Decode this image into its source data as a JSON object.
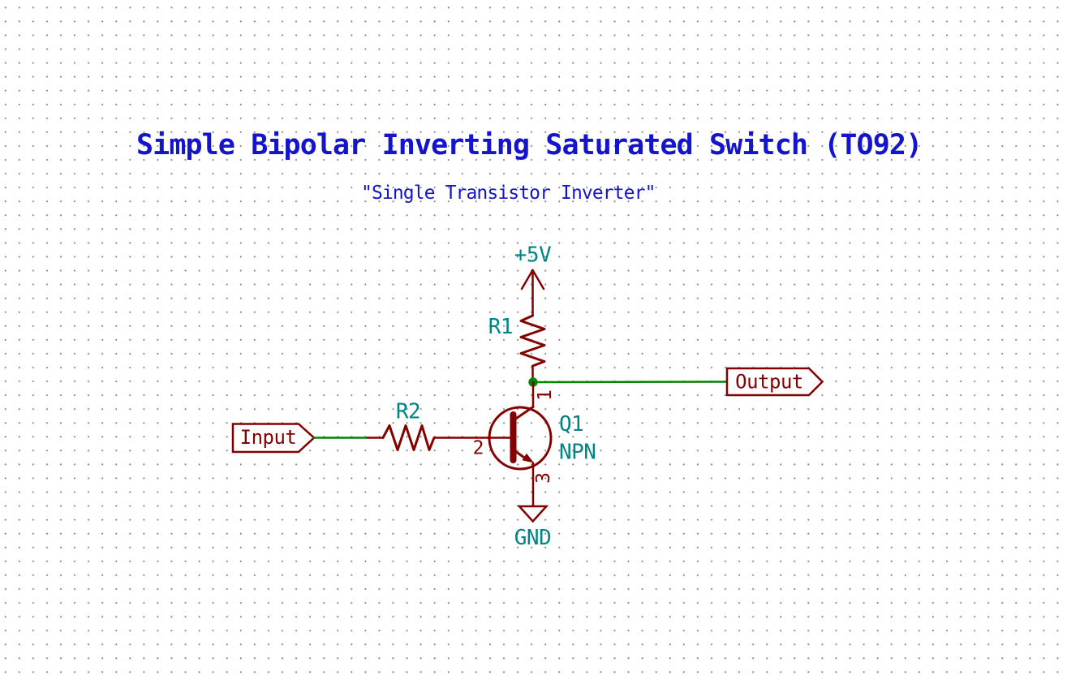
{
  "title": "Simple Bipolar Inverting Saturated Switch (TO92)",
  "subtitle": "\"Single Transistor Inverter\"",
  "power": {
    "vcc_label": "+5V",
    "gnd_label": "GND"
  },
  "net_labels": {
    "input": "Input",
    "output": "Output"
  },
  "components": {
    "r1": {
      "ref": "R1"
    },
    "r2": {
      "ref": "R2"
    },
    "q1": {
      "ref": "Q1",
      "value": "NPN",
      "pins": {
        "collector": "1",
        "base": "2",
        "emitter": "3"
      }
    }
  },
  "colors": {
    "canvas-bg": "#ffffff",
    "grid-dot": "#7e7e7e",
    "title-blue": "#1414cc",
    "label-teal": "#008484",
    "symbol-red": "#840000",
    "wire-green": "#008400"
  }
}
